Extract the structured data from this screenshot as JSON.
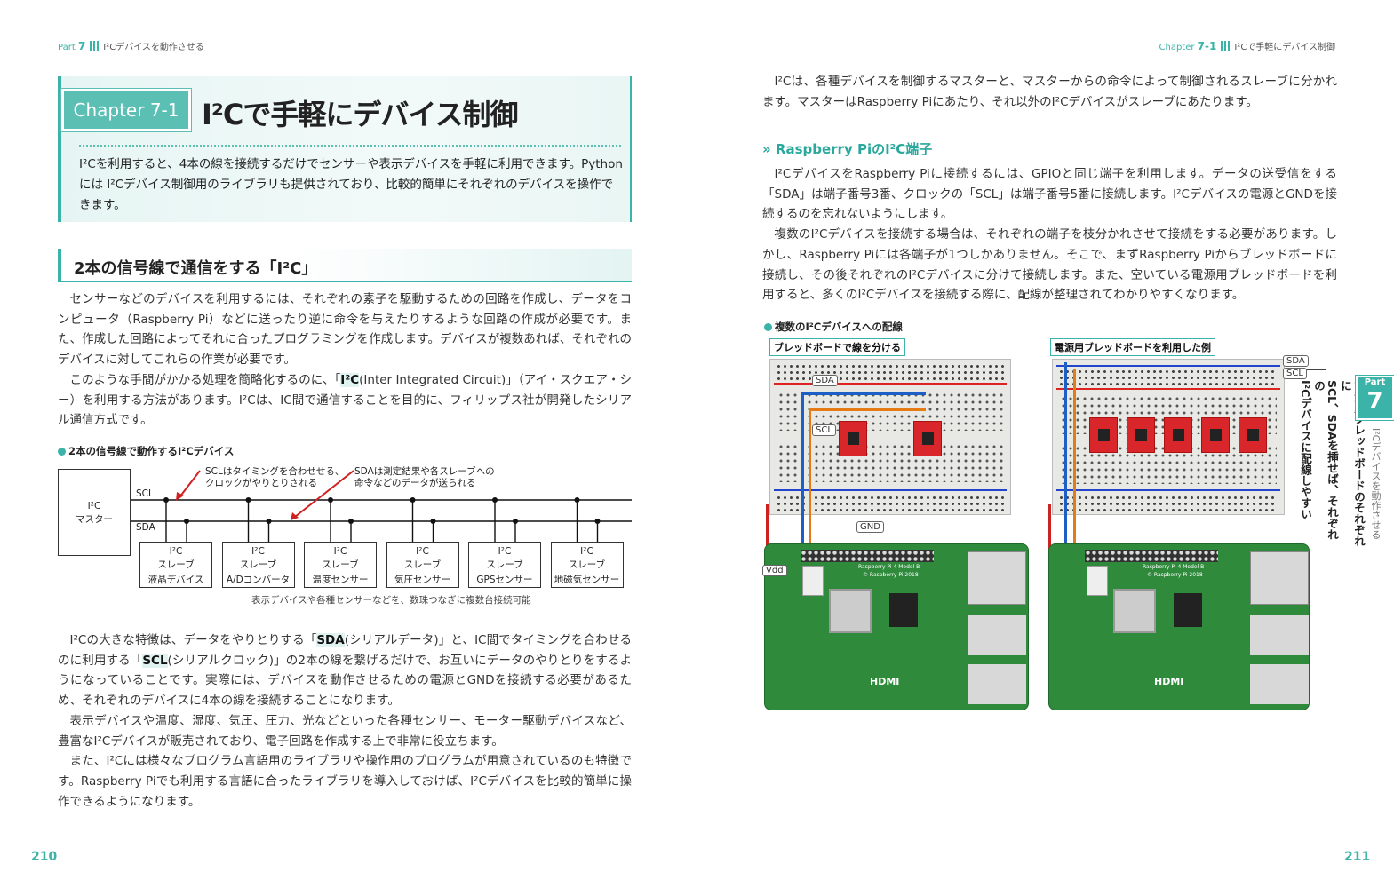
{
  "left_page": {
    "header": {
      "part": "Part",
      "part_num": "7",
      "title": "I²Cデバイスを動作させる"
    },
    "chapter": {
      "tag": "Chapter 7-1",
      "title": "I²Cで手軽にデバイス制御",
      "lead": "I²Cを利用すると、4本の線を接続するだけでセンサーや表示デバイスを手軽に利用できます。Pythonには I²Cデバイス制御用のライブラリも提供されており、比較的簡単にそれぞれのデバイスを操作できます。"
    },
    "section_heading": "2本の信号線で通信をする「I²C」",
    "paragraphs1": [
      "センサーなどのデバイスを利用するには、それぞれの素子を駆動するための回路を作成し、データをコンピュータ（Raspberry Pi）などに送ったり逆に命令を与えたりするような回路の作成が必要です。また、作成した回路によってそれに合ったプログラミングを作成します。デバイスが複数あれば、それぞれのデバイスに対してこれらの作業が必要です。",
      {
        "pre": "このような手間がかかる処理を簡略化するのに、「",
        "bold": "I²C",
        "post": "(Inter Integrated Circuit)」（アイ・スクエア・シー）を利用する方法があります。I²Cは、IC間で通信することを目的に、フィリップス社が開発したシリアル通信方式です。"
      }
    ],
    "figure": {
      "title": "2本の信号線で動作するI²Cデバイス",
      "master": [
        "I²C",
        "マスター"
      ],
      "scl": "SCL",
      "sda": "SDA",
      "note_scl": [
        "SCLはタイミングを合わせせる、",
        "クロックがやりとりされる"
      ],
      "note_sda": [
        "SDAは測定結果や各スレーブへの",
        "命令などのデータが送られる"
      ],
      "slaves": [
        {
          "l1": "I²C",
          "l2": "スレーブ",
          "l3": "液晶デバイス"
        },
        {
          "l1": "I²C",
          "l2": "スレーブ",
          "l3": "A/Dコンバータ"
        },
        {
          "l1": "I²C",
          "l2": "スレーブ",
          "l3": "温度センサー"
        },
        {
          "l1": "I²C",
          "l2": "スレーブ",
          "l3": "気圧センサー"
        },
        {
          "l1": "I²C",
          "l2": "スレーブ",
          "l3": "GPSセンサー"
        },
        {
          "l1": "I²C",
          "l2": "スレーブ",
          "l3": "地磁気センサー"
        }
      ],
      "caption": "表示デバイスや各種センサーなどを、数珠つなぎに複数台接続可能"
    },
    "paragraphs2": {
      "p1_a": "I²Cの大きな特徴は、データをやりとりする「",
      "p1_sda": "SDA",
      "p1_b": "(シリアルデータ)」と、IC間でタイミングを合わせるのに利用する「",
      "p1_scl": "SCL",
      "p1_c": "(シリアルクロック)」の2本の線を繋げるだけで、お互いにデータのやりとりをするようになっていることです。実際には、デバイスを動作させるための電源とGNDを接続する必要があるため、それぞれのデバイスに4本の線を接続することになります。",
      "p2": "表示デバイスや温度、湿度、気圧、圧力、光などといった各種センサー、モーター駆動デバイスなど、豊富なI²Cデバイスが販売されており、電子回路を作成する上で非常に役立ちます。",
      "p3": "また、I²Cには様々なプログラム言語用のライブラリや操作用のプログラムが用意されているのも特徴です。Raspberry Piでも利用する言語に合ったライブラリを導入しておけば、I²Cデバイスを比較的簡単に操作できるようになります。"
    },
    "page_number": "210"
  },
  "right_page": {
    "header": {
      "part": "Chapter",
      "part_num": "7-1",
      "title": "I²Cで手軽にデバイス制御"
    },
    "intro": "I²Cは、各種デバイスを制御するマスターと、マスターからの命令によって制御されるスレーブに分かれます。マスターはRaspberry Piにあたり、それ以外のI²Cデバイスがスレーブにあたります。",
    "subheading": "» Raspberry PiのI²C端子",
    "paragraphs": [
      "I²CデバイスをRaspberry Piに接続するには、GPIOと同じ端子を利用します。データの送受信をする「SDA」は端子番号3番、クロックの「SCL」は端子番号5番に接続します。I²Cデバイスの電源とGNDを接続するのを忘れないようにします。",
      "複数のI²Cデバイスを接続する場合は、それぞれの端子を枝分かれさせて接続をする必要があります。しかし、Raspberry Piには各端子が1つしかありません。そこで、まずRaspberry Piからブレッドボードに接続し、その後それぞれのI²Cデバイスに分けて接続します。また、空いている電源用ブレッドボードを利用すると、多くのI²Cデバイスを接続する際に、配線が整理されてわかりやすくなります。"
    ],
    "figure": {
      "title": "複数のI²Cデバイスへの配線",
      "left_tag": "ブレッドボードで線を分ける",
      "right_tag": "電源用ブレッドボードを利用した例",
      "labels": {
        "sda": "SDA",
        "scl": "SCL",
        "gnd": "GND",
        "vdd": "Vdd"
      },
      "pi_model": "Raspberry Pi 4 Model B",
      "pi_copyright": "© Raspberry Pi 2018",
      "pi_hdmi": "HDMI",
      "annotation": [
        "電源用ブレッドボードのそれぞれに",
        "SCL、SDAを挿せば、それぞれの",
        "I²Cデバイスに配線しやすい"
      ]
    },
    "side_tab": {
      "part": "Part",
      "num": "7",
      "title": "I²Cデバイスを動作させる"
    },
    "page_number": "211"
  },
  "colors": {
    "accent": "#3bb3a8",
    "chip": "#d8262b",
    "board": "#2f8a3c"
  }
}
